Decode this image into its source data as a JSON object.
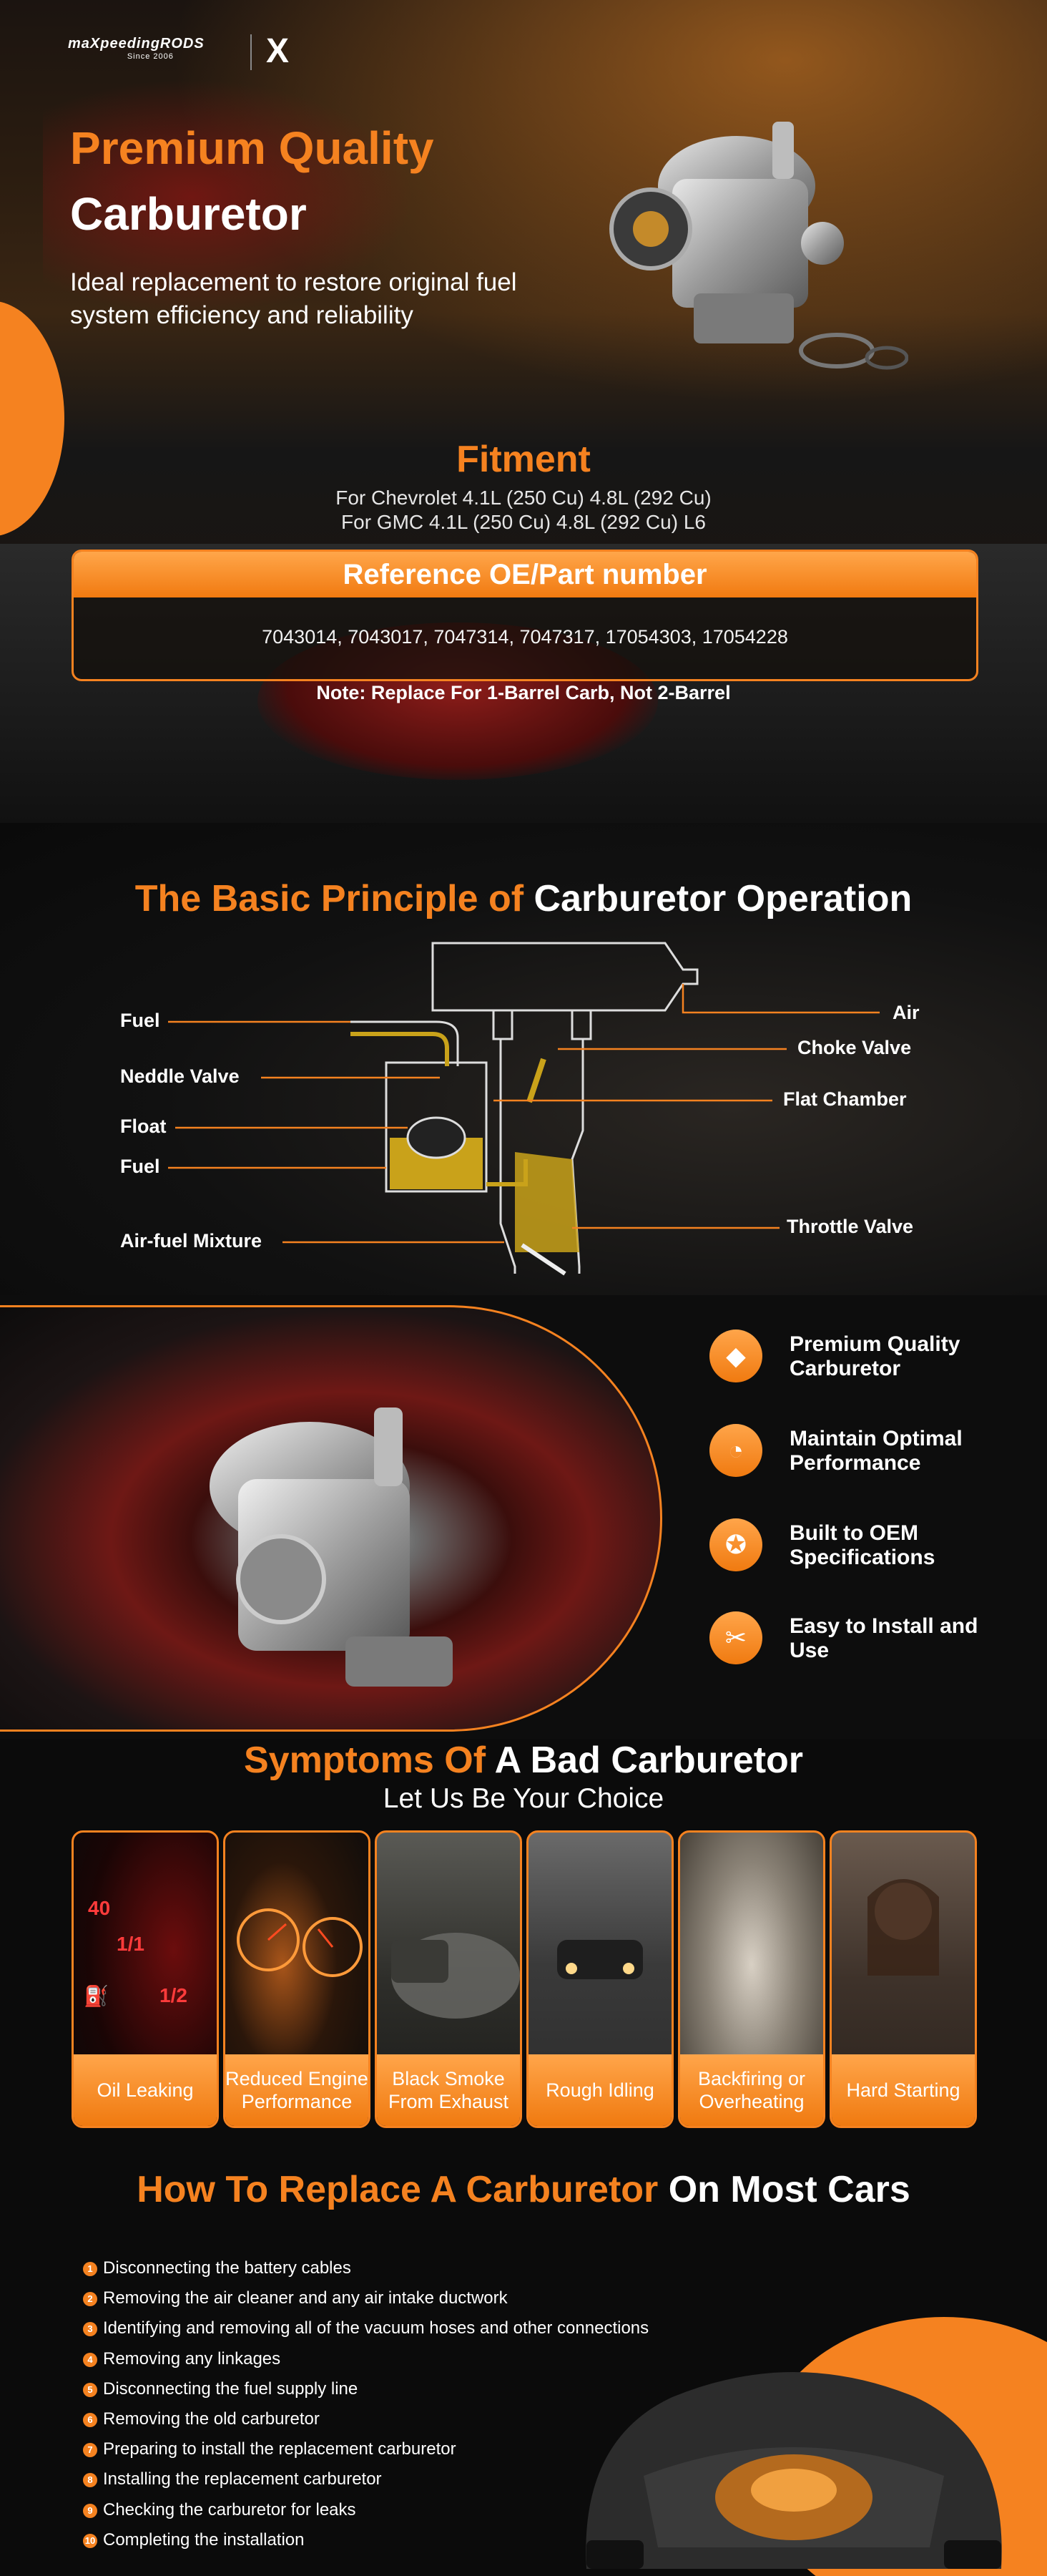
{
  "brand": {
    "logo_text": "maXpeedingRODS",
    "since": "Since 2006",
    "x_mark": "X"
  },
  "hero": {
    "title_line1": "Premium Quality",
    "title_line2": "Carburetor",
    "subtitle": "Ideal replacement to restore original fuel system efficiency and reliability"
  },
  "fitment": {
    "title": "Fitment",
    "line1": "For Chevrolet 4.1L (250 Cu) 4.8L (292 Cu)",
    "line2": "For GMC 4.1L (250 Cu) 4.8L (292 Cu) L6",
    "ref_title": "Reference OE/Part number",
    "ref_numbers": "7043014, 7043017, 7047314, 7047317, 17054303, 17054228",
    "note": "Note: Replace For 1-Barrel Carb, Not 2-Barrel"
  },
  "principle": {
    "title_orange": "The Basic Principle of",
    "title_white": "Carburetor Operation",
    "labels_left": [
      "Fuel",
      "Neddle Valve",
      "Float",
      "Fuel",
      "Air-fuel Mixture"
    ],
    "labels_right": [
      "Air",
      "Choke Valve",
      "Flat Chamber",
      "Throttle Valve"
    ]
  },
  "features": [
    {
      "icon": "diamond-icon",
      "glyph": "◆",
      "label": "Premium Quality Carburetor"
    },
    {
      "icon": "speedometer-icon",
      "glyph": "◔",
      "label": "Maintain Optimal Performance"
    },
    {
      "icon": "badge-icon",
      "glyph": "✪",
      "label": "Built to OEM Specifications"
    },
    {
      "icon": "tools-icon",
      "glyph": "✂",
      "label": "Easy to Install and Use"
    }
  ],
  "symptoms": {
    "title_orange": "Symptoms Of",
    "title_white": "A Bad Carburetor",
    "subtitle": "Let Us Be Your Choice",
    "cards": [
      {
        "label": "Oil Leaking",
        "gauge_numbers": [
          "40",
          "1/1",
          "1/2"
        ]
      },
      {
        "label": "Reduced Engine Performance"
      },
      {
        "label": "Black Smoke From Exhaust"
      },
      {
        "label": "Rough Idling"
      },
      {
        "label": "Backfiring or Overheating"
      },
      {
        "label": "Hard Starting"
      }
    ]
  },
  "replace": {
    "title_orange": "How To Replace A Carburetor",
    "title_white": "On Most Cars",
    "steps": [
      "Disconnecting the battery cables",
      "Removing the air cleaner and any air intake ductwork",
      "Identifying and removing all of the vacuum hoses and other connections",
      "Removing any linkages",
      "Disconnecting the fuel supply line",
      "Removing the old carburetor",
      "Preparing to install the replacement carburetor",
      "Installing the replacement carburetor",
      "Checking the carburetor for leaks",
      "Completing the installation"
    ]
  },
  "colors": {
    "accent": "#f58220",
    "background": "#0a0a0a"
  }
}
